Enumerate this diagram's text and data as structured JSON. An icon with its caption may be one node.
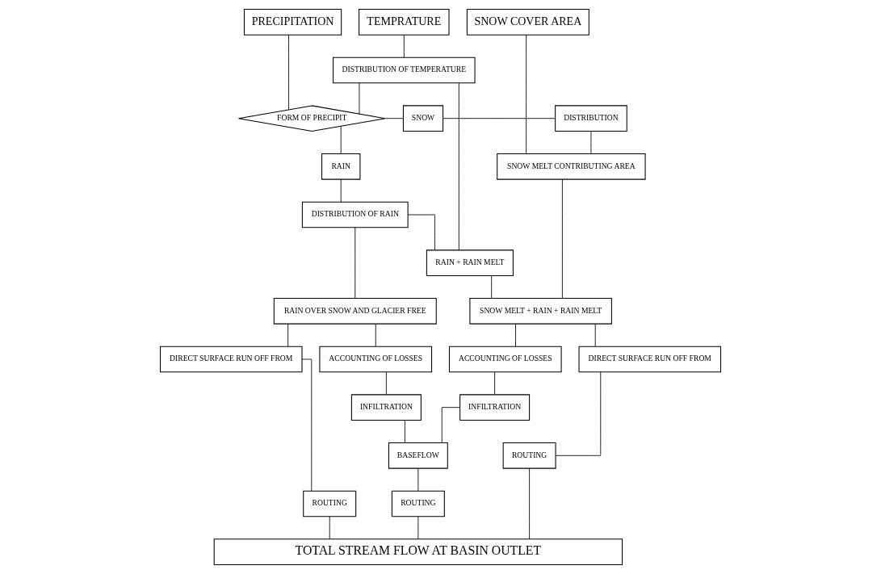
{
  "diagram": {
    "nodes": [
      {
        "text": [
          "TEMPRATURE"
        ]
      },
      {
        "text": [
          "SNOW COVER AREA"
        ]
      },
      {
        "text": [
          "PRECIPITATION"
        ]
      },
      {
        "text": [
          "DISTRIBUTION OF TEMPERATURE"
        ]
      },
      {
        "text": [
          "DISTRIBUTION"
        ]
      },
      {
        "text": [
          "SNOW"
        ]
      },
      {
        "text": [
          "FORM OF PRECIPIT"
        ]
      },
      {
        "text": [
          "SNOW MELT CONTRIBUTING AREA"
        ]
      },
      {
        "text": [
          "RAIN"
        ]
      },
      {
        "text": [
          "DISTRIBUTION OF RAIN"
        ]
      },
      {
        "text": [
          "RAIN + RAIN MELT"
        ]
      },
      {
        "text": [
          "SNOW MELT + RAIN + RAIN MELT"
        ]
      },
      {
        "text": [
          "RAIN OVER SNOW AND GLACIER FREE"
        ]
      },
      {
        "text": [
          "DIRECT SURFACE RUN OFF FROM"
        ]
      },
      {
        "text": [
          "ACCOUNTING OF LOSSES"
        ]
      },
      {
        "text": [
          "ACCOUNTING OF LOSSES"
        ]
      },
      {
        "text": [
          "DIRECT SURFACE RUN OFF FROM"
        ]
      },
      {
        "text": [
          "INFILTRATION"
        ]
      },
      {
        "text": [
          "INFILTRATION"
        ]
      },
      {
        "text": [
          "BASEFLOW"
        ]
      },
      {
        "text": [
          "ROUTING"
        ]
      },
      {
        "text": [
          "ROUTING"
        ]
      },
      {
        "text": [
          "ROUTING"
        ]
      },
      {
        "text": [
          "TOTAL STREAM FLOW AT BASIN OUTLET"
        ]
      }
    ],
    "edges": [
      {
        "from": 0,
        "to": 3,
        "arrow": "none"
      },
      {
        "from": 3,
        "to": 6,
        "arrow": "none"
      },
      {
        "from": 2,
        "to": 6,
        "arrow": "none"
      },
      {
        "from": 1,
        "to": 7,
        "arrow": "none"
      },
      {
        "from": 4,
        "to": 7,
        "arrow": "none"
      },
      {
        "from": 6,
        "to": 5,
        "arrow": "none"
      },
      {
        "from": 5,
        "to": 4,
        "arrow": "none"
      },
      {
        "from": 6,
        "to": 8,
        "arrow": "none"
      },
      {
        "from": 8,
        "to": 9,
        "arrow": "none"
      },
      {
        "from": 9,
        "to": 12,
        "arrow": "none"
      },
      {
        "from": 3,
        "to": 10,
        "arrow": "none"
      },
      {
        "from": 9,
        "to": 10,
        "arrow": "none"
      },
      {
        "from": 7,
        "to": 11,
        "arrow": "none"
      },
      {
        "from": 10,
        "to": 11,
        "arrow": "none"
      },
      {
        "from": 11,
        "to": 13,
        "arrow": "none"
      },
      {
        "from": 11,
        "to": 14,
        "arrow": "none"
      },
      {
        "from": 14,
        "to": 17,
        "arrow": "none"
      },
      {
        "from": 17,
        "to": 19,
        "arrow": "none"
      },
      {
        "from": 12,
        "to": 15,
        "arrow": "none"
      },
      {
        "from": 12,
        "to": 16,
        "arrow": "none"
      },
      {
        "from": 15,
        "to": 18,
        "arrow": "none"
      },
      {
        "from": 18,
        "to": 19,
        "arrow": "none"
      },
      {
        "from": 13,
        "to": 20,
        "arrow": "none"
      },
      {
        "from": 19,
        "to": 21,
        "arrow": "none"
      },
      {
        "from": 16,
        "to": 22,
        "arrow": "none"
      },
      {
        "from": 20,
        "to": 23,
        "arrow": "none"
      },
      {
        "from": 21,
        "to": 23,
        "arrow": "none"
      },
      {
        "from": 22,
        "to": 23,
        "arrow": "none"
      }
    ]
  }
}
